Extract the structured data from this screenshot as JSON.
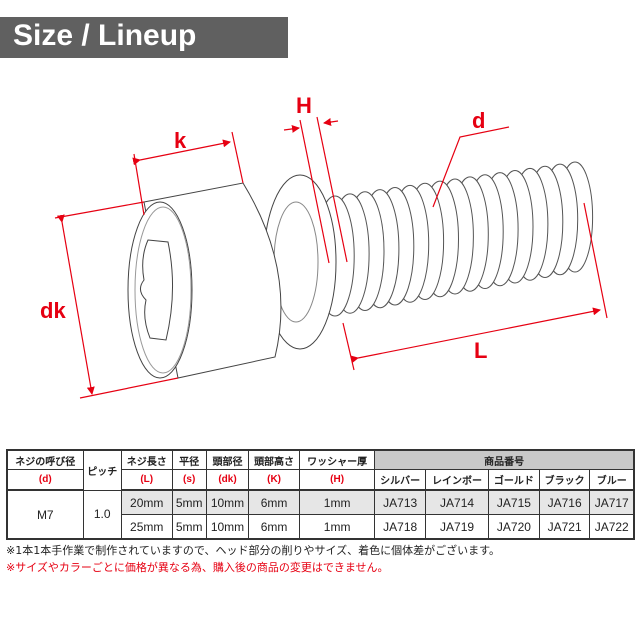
{
  "header": {
    "title": "Size / Lineup"
  },
  "diagram": {
    "labels": {
      "k": "k",
      "dk": "dk",
      "H": "H",
      "d": "d",
      "L": "L"
    },
    "colors": {
      "dimension": "#e60012",
      "outline": "#444444"
    }
  },
  "table": {
    "headers": [
      {
        "jp": "ネジの呼び径",
        "sym": "(d)"
      },
      {
        "jp": "ピッチ",
        "sym": ""
      },
      {
        "jp": "ネジ長さ",
        "sym": "(L)"
      },
      {
        "jp": "平径",
        "sym": "(s)"
      },
      {
        "jp": "頭部径",
        "sym": "(dk)"
      },
      {
        "jp": "頭部高さ",
        "sym": "(K)"
      },
      {
        "jp": "ワッシャー厚",
        "sym": "(H)"
      }
    ],
    "product_header": "商品番号",
    "colors": [
      "シルバー",
      "レインボー",
      "ゴールド",
      "ブラック",
      "ブルー"
    ],
    "nominal": "M7",
    "pitch": "1.0",
    "rows": [
      {
        "L": "20mm",
        "s": "5mm",
        "dk": "10mm",
        "K": "6mm",
        "H": "1mm",
        "codes": [
          "JA713",
          "JA714",
          "JA715",
          "JA716",
          "JA717"
        ]
      },
      {
        "L": "25mm",
        "s": "5mm",
        "dk": "10mm",
        "K": "6mm",
        "H": "1mm",
        "codes": [
          "JA718",
          "JA719",
          "JA720",
          "JA721",
          "JA722"
        ]
      }
    ]
  },
  "notes": [
    "※1本1本手作業で制作されていますので、ヘッド部分の削りやサイズ、着色に個体差がございます。",
    "※サイズやカラーごとに価格が異なる為、購入後の商品の変更はできません。"
  ]
}
